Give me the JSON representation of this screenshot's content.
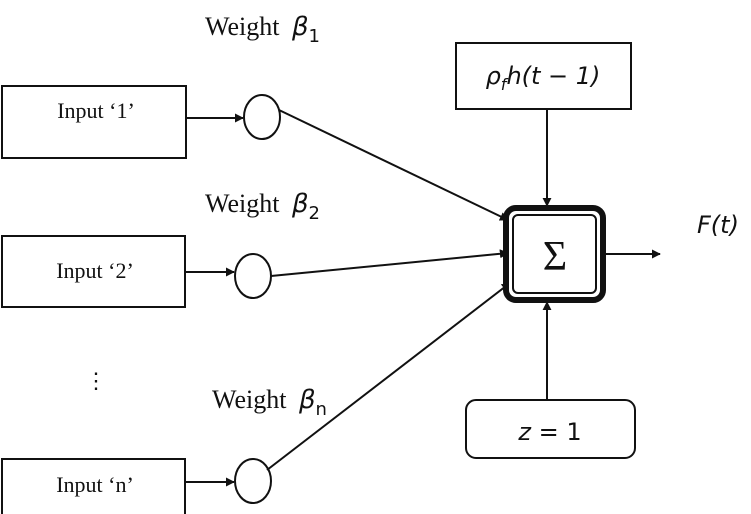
{
  "inputs": [
    {
      "label": "Input ‘1’",
      "weight_prefix": "Weight ",
      "weight_symbol": "β",
      "weight_subscript": "1"
    },
    {
      "label": "Input ‘2’",
      "weight_prefix": "Weight ",
      "weight_symbol": "β",
      "weight_subscript": "2"
    },
    {
      "label": "Input ‘n’",
      "weight_prefix": "Weight ",
      "weight_symbol": "β",
      "weight_subscript": "n"
    }
  ],
  "ellipsis": "⋮",
  "feedback": {
    "rho": "ρ",
    "rho_sub": "f",
    "rest": "h(t − 1)"
  },
  "sum_symbol": "Σ",
  "bias": {
    "z": "z",
    "rest": " = 1"
  },
  "output": "F(t)",
  "colors": {
    "line": "#111111",
    "background": "#ffffff"
  }
}
